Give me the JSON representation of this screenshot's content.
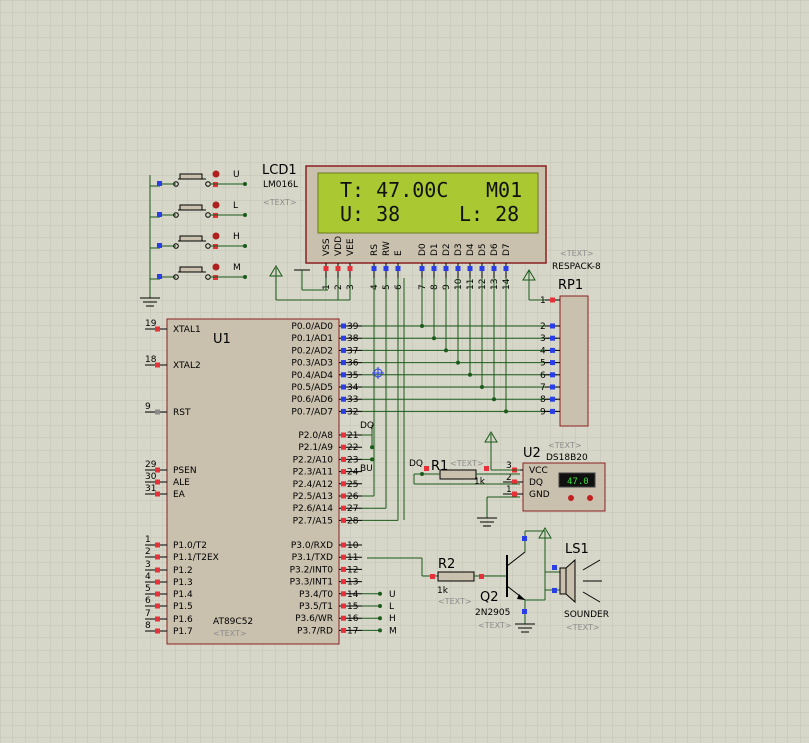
{
  "lcd": {
    "ref": "LCD1",
    "model": "LM016L",
    "placeholder": "<TEXT>",
    "line1_left": "T: 47.00C",
    "line1_right": "M01",
    "line2_left": "U: 38",
    "line2_right": "L: 28",
    "pin_labels": [
      "VSS",
      "VDD",
      "VEE",
      "RS",
      "RW",
      "E",
      "D0",
      "D1",
      "D2",
      "D3",
      "D4",
      "D5",
      "D6",
      "D7"
    ],
    "pin_numbers": [
      "1",
      "2",
      "3",
      "4",
      "5",
      "6",
      "7",
      "8",
      "9",
      "10",
      "11",
      "12",
      "13",
      "14"
    ]
  },
  "buttons": [
    "U",
    "L",
    "H",
    "M"
  ],
  "mcu": {
    "ref": "U1",
    "model": "AT89C52",
    "placeholder": "<TEXT>",
    "left_pins": [
      {
        "num": "19",
        "name": "XTAL1"
      },
      {
        "num": "18",
        "name": "XTAL2"
      },
      {
        "num": "9",
        "name": "RST"
      },
      {
        "num": "29",
        "name": "PSEN"
      },
      {
        "num": "30",
        "name": "ALE"
      },
      {
        "num": "31",
        "name": "EA"
      },
      {
        "num": "1",
        "name": "P1.0/T2"
      },
      {
        "num": "2",
        "name": "P1.1/T2EX"
      },
      {
        "num": "3",
        "name": "P1.2"
      },
      {
        "num": "4",
        "name": "P1.3"
      },
      {
        "num": "5",
        "name": "P1.4"
      },
      {
        "num": "6",
        "name": "P1.5"
      },
      {
        "num": "7",
        "name": "P1.6"
      },
      {
        "num": "8",
        "name": "P1.7"
      }
    ],
    "right_pins": [
      {
        "num": "39",
        "name": "P0.0/AD0"
      },
      {
        "num": "38",
        "name": "P0.1/AD1"
      },
      {
        "num": "37",
        "name": "P0.2/AD2"
      },
      {
        "num": "36",
        "name": "P0.3/AD3"
      },
      {
        "num": "35",
        "name": "P0.4/AD4"
      },
      {
        "num": "34",
        "name": "P0.5/AD5"
      },
      {
        "num": "33",
        "name": "P0.6/AD6"
      },
      {
        "num": "32",
        "name": "P0.7/AD7"
      },
      {
        "num": "21",
        "name": "P2.0/A8"
      },
      {
        "num": "22",
        "name": "P2.1/A9"
      },
      {
        "num": "23",
        "name": "P2.2/A10"
      },
      {
        "num": "24",
        "name": "P2.3/A11"
      },
      {
        "num": "25",
        "name": "P2.4/A12"
      },
      {
        "num": "26",
        "name": "P2.5/A13"
      },
      {
        "num": "27",
        "name": "P2.6/A14"
      },
      {
        "num": "28",
        "name": "P2.7/A15"
      },
      {
        "num": "10",
        "name": "P3.0/RXD"
      },
      {
        "num": "11",
        "name": "P3.1/TXD"
      },
      {
        "num": "12",
        "name": "P3.2/INT0"
      },
      {
        "num": "13",
        "name": "P3.3/INT1"
      },
      {
        "num": "14",
        "name": "P3.4/T0"
      },
      {
        "num": "15",
        "name": "P3.5/T1"
      },
      {
        "num": "16",
        "name": "P3.6/WR"
      },
      {
        "num": "17",
        "name": "P3.7/RD"
      }
    ],
    "net_labels": [
      "DQ",
      "BU",
      "U",
      "L",
      "H",
      "M"
    ]
  },
  "rp1": {
    "ref": "RP1",
    "model": "RESPACK-8",
    "placeholder": "<TEXT>",
    "pins": [
      "1",
      "2",
      "3",
      "4",
      "5",
      "6",
      "7",
      "8",
      "9"
    ]
  },
  "u2": {
    "ref": "U2",
    "model": "DS18B20",
    "placeholder": "<TEXT>",
    "display": "47.0",
    "pins": [
      {
        "num": "3",
        "name": "VCC"
      },
      {
        "num": "2",
        "name": "DQ"
      },
      {
        "num": "1",
        "name": "GND"
      }
    ]
  },
  "r1": {
    "ref": "R1",
    "value": "1k",
    "placeholder": "<TEXT>",
    "net": "DQ"
  },
  "r2": {
    "ref": "R2",
    "value": "1k",
    "placeholder": "<TEXT>"
  },
  "q2": {
    "ref": "Q2",
    "model": "2N2905",
    "placeholder": "<TEXT>"
  },
  "ls1": {
    "ref": "LS1",
    "model": "SOUNDER",
    "placeholder": "<TEXT>"
  },
  "colors": {
    "background": "#d6d7c8",
    "grid": "#c2c3b4",
    "body": "#c9c0ae",
    "outline": "#8c2020",
    "wire": "#1a5a1a",
    "lcd_screen": "#a9c832",
    "pin_red": "#e8303a",
    "pin_blue": "#2a3ee8"
  }
}
